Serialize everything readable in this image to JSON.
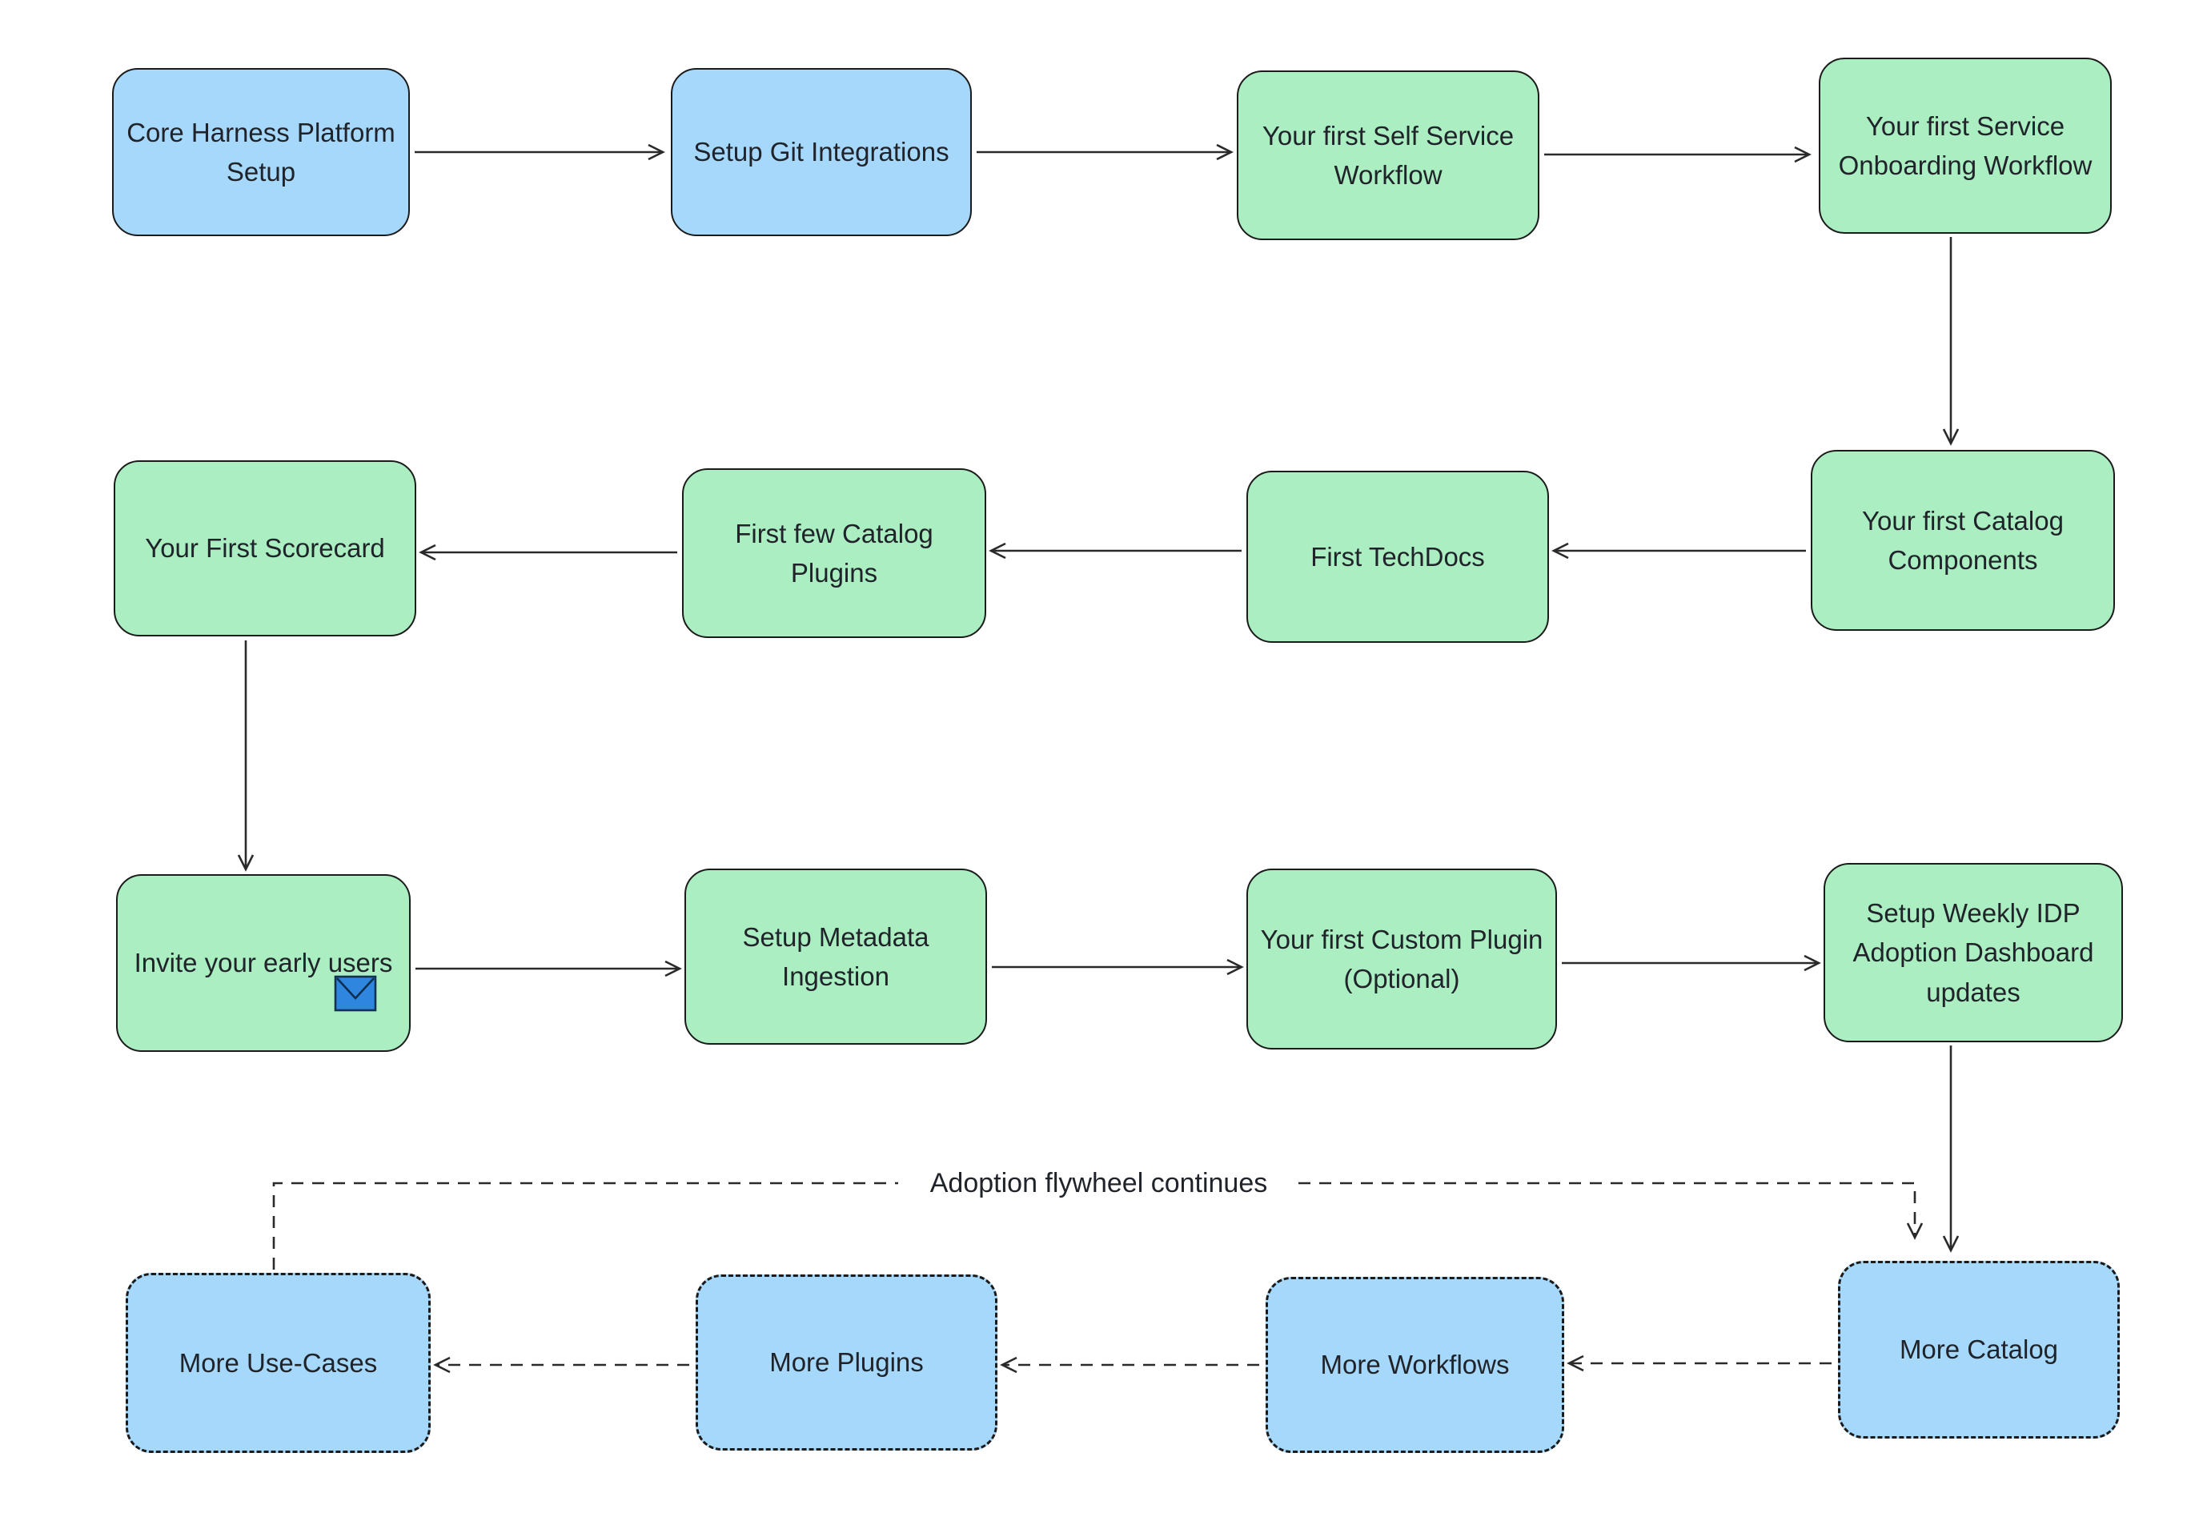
{
  "diagram_title": "IDP adoption flow diagram",
  "colors": {
    "node_blue": "#a6d8fb",
    "node_green": "#abeec2",
    "border": "#1b1b1b",
    "arrow": "#2a2a2a",
    "text": "#20242a",
    "envelope_blue": "#2e86de",
    "background": "#ffffff"
  },
  "nodes": [
    {
      "id": "core-harness-platform-setup",
      "label": "Core Harness Platform Setup",
      "fill": "blue",
      "border_style": "solid"
    },
    {
      "id": "setup-git-integrations",
      "label": "Setup Git Integrations",
      "fill": "blue",
      "border_style": "solid"
    },
    {
      "id": "first-self-service-workflow",
      "label": "Your first Self Service Workflow",
      "fill": "green",
      "border_style": "solid"
    },
    {
      "id": "first-service-onboarding-workflow",
      "label": "Your first Service Onboarding Workflow",
      "fill": "green",
      "border_style": "solid"
    },
    {
      "id": "first-scorecard",
      "label": "Your First Scorecard",
      "fill": "green",
      "border_style": "solid"
    },
    {
      "id": "first-few-catalog-plugins",
      "label": "First few Catalog Plugins",
      "fill": "green",
      "border_style": "solid"
    },
    {
      "id": "first-techdocs",
      "label": "First TechDocs",
      "fill": "green",
      "border_style": "solid"
    },
    {
      "id": "first-catalog-components",
      "label": "Your first Catalog Components",
      "fill": "green",
      "border_style": "solid"
    },
    {
      "id": "invite-early-users",
      "label": "Invite your early users",
      "fill": "green",
      "border_style": "solid",
      "icon": "envelope-icon"
    },
    {
      "id": "setup-metadata-ingestion",
      "label": "Setup Metadata Ingestion",
      "fill": "green",
      "border_style": "solid"
    },
    {
      "id": "first-custom-plugin",
      "label": "Your first Custom Plugin (Optional)",
      "fill": "green",
      "border_style": "solid"
    },
    {
      "id": "setup-weekly-idp-adoption-dashboard-updates",
      "label": "Setup Weekly IDP Adoption Dashboard updates",
      "fill": "green",
      "border_style": "solid"
    },
    {
      "id": "more-use-cases",
      "label": "More Use-Cases",
      "fill": "blue",
      "border_style": "dashed"
    },
    {
      "id": "more-plugins",
      "label": "More Plugins",
      "fill": "blue",
      "border_style": "dashed"
    },
    {
      "id": "more-workflows",
      "label": "More Workflows",
      "fill": "blue",
      "border_style": "dashed"
    },
    {
      "id": "more-catalog",
      "label": "More Catalog",
      "fill": "blue",
      "border_style": "dashed"
    }
  ],
  "edges": [
    {
      "from": "core-harness-platform-setup",
      "to": "setup-git-integrations",
      "style": "solid"
    },
    {
      "from": "setup-git-integrations",
      "to": "first-self-service-workflow",
      "style": "solid"
    },
    {
      "from": "first-self-service-workflow",
      "to": "first-service-onboarding-workflow",
      "style": "solid"
    },
    {
      "from": "first-service-onboarding-workflow",
      "to": "first-catalog-components",
      "style": "solid"
    },
    {
      "from": "first-catalog-components",
      "to": "first-techdocs",
      "style": "solid"
    },
    {
      "from": "first-techdocs",
      "to": "first-few-catalog-plugins",
      "style": "solid"
    },
    {
      "from": "first-few-catalog-plugins",
      "to": "first-scorecard",
      "style": "solid"
    },
    {
      "from": "first-scorecard",
      "to": "invite-early-users",
      "style": "solid"
    },
    {
      "from": "invite-early-users",
      "to": "setup-metadata-ingestion",
      "style": "solid"
    },
    {
      "from": "setup-metadata-ingestion",
      "to": "first-custom-plugin",
      "style": "solid"
    },
    {
      "from": "first-custom-plugin",
      "to": "setup-weekly-idp-adoption-dashboard-updates",
      "style": "solid"
    },
    {
      "from": "setup-weekly-idp-adoption-dashboard-updates",
      "to": "more-catalog",
      "style": "solid"
    },
    {
      "from": "more-catalog",
      "to": "more-workflows",
      "style": "dashed"
    },
    {
      "from": "more-workflows",
      "to": "more-plugins",
      "style": "dashed"
    },
    {
      "from": "more-plugins",
      "to": "more-use-cases",
      "style": "dashed"
    },
    {
      "from": "more-use-cases",
      "to": "more-catalog",
      "style": "dashed",
      "label": "Adoption flywheel continues"
    }
  ],
  "annotations": {
    "flywheel_label": "Adoption flywheel continues"
  }
}
